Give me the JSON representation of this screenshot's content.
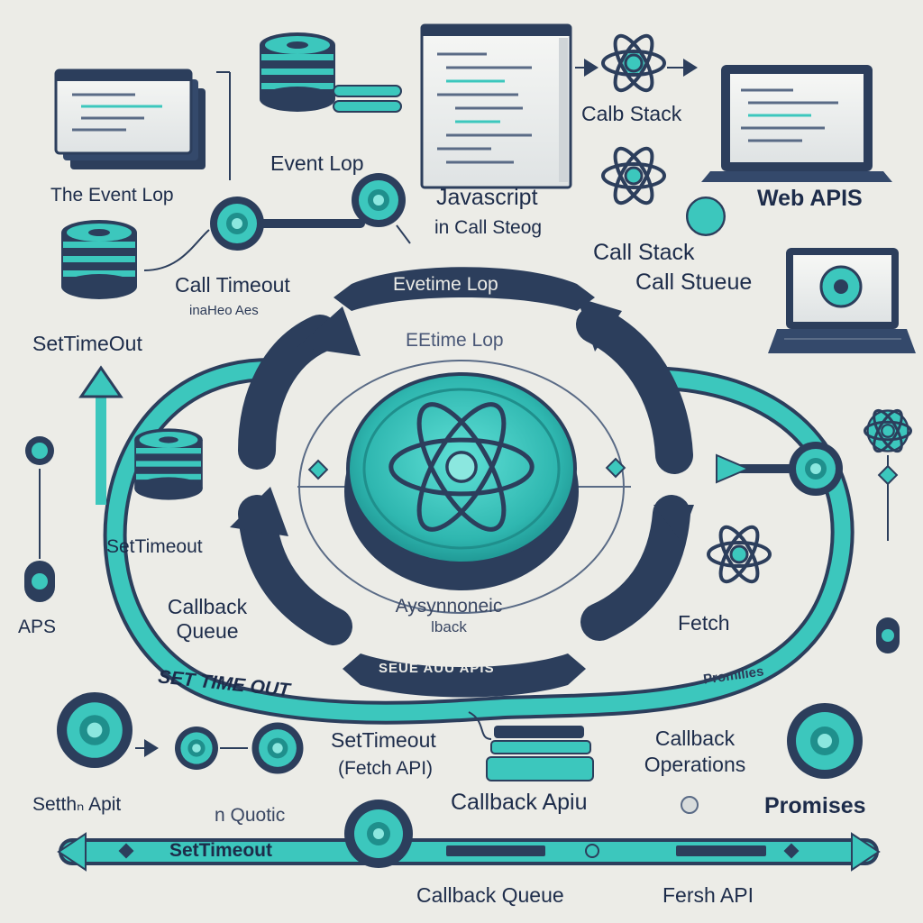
{
  "labels": {
    "the_event_lop": "The Event Lop",
    "event_lop_top": "Event Lop",
    "javascript": "Javascript",
    "in_call_steog": "in Call Steog",
    "calb_stack": "Calb Stack",
    "web_apis": "Web APIS",
    "call_stack": "Call Stack",
    "call_stueue": "Call Stueue",
    "call_timeout": "Call Timeout",
    "inaheo_aes": "inaHeo Aes",
    "settimeout_left": "SetTimeOut",
    "evetime_lop": "Evetime Lop",
    "eetime_lop": "EEtime Lop",
    "aps": "APS",
    "settimeout_mid": "SetTimeout",
    "callback_queue_left_1": "Callback",
    "callback_queue_left_2": "Queue",
    "asynchronous_1": "Aysynnoneic",
    "asynchronous_2": "lback",
    "fetch": "Fetch",
    "set_time_out_arc": "SET TIME OUT",
    "promiles": "Promilies",
    "settimeout_bottom": "SetTimeout",
    "fetch_api_paren": "(Fetch API)",
    "callback_operations_1": "Callback",
    "callback_operations_2": "Operations",
    "setha_apit": "Setthₙ Apit",
    "n_quotic": "n Quotic",
    "callback_apiu": "Callback Apiu",
    "promises": "Promises",
    "settimeout_bar": "SetTimeout",
    "callback_queue_bottom": "Callback Queue",
    "fersh_api": "Fersh API",
    "banner_bottom": "SEUE   AUU APIS"
  },
  "colors": {
    "background": "#ecece7",
    "navy": "#2c3e5c",
    "teal": "#3cc7bd",
    "teal_dark": "#1f8f8c",
    "gray_blue": "#5a6b86",
    "text": "#1d2c4a"
  },
  "icons": {
    "core": "atom-icon",
    "stack": "database-stack-icon",
    "window": "code-window-icon",
    "laptop": "laptop-icon",
    "knob": "dial-icon"
  }
}
